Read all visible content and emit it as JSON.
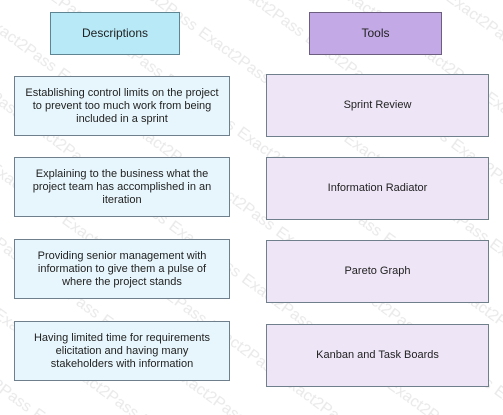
{
  "headers": {
    "descriptions": "Descriptions",
    "tools": "Tools"
  },
  "descriptions": [
    "Establishing control limits on the project to prevent too much work from being included in a sprint",
    "Explaining to the business what the project team has accomplished in an iteration",
    "Providing senior management with information to give them a pulse of where the project stands",
    "Having limited time for requirements elicitation and having many stakeholders with information"
  ],
  "tools": [
    "Sprint Review",
    "Information Radiator",
    "Pareto Graph",
    "Kanban and Task Boards"
  ],
  "watermark": {
    "text": "Exact2Pass",
    "color": "#d6d6d6"
  }
}
